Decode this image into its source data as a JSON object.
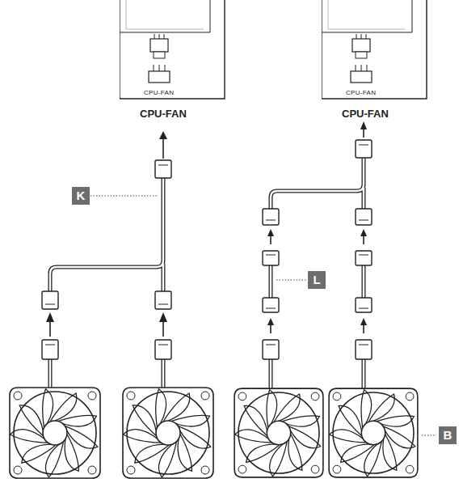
{
  "diagram": {
    "nodes": [
      {
        "text": [
          "CPU-FAN",
          "CPU-FAN"
        ]
      },
      {
        "text": [
          "CPU-FAN",
          "CPU-FAN"
        ]
      }
    ],
    "labels": [
      "K",
      "L",
      "B"
    ]
  }
}
